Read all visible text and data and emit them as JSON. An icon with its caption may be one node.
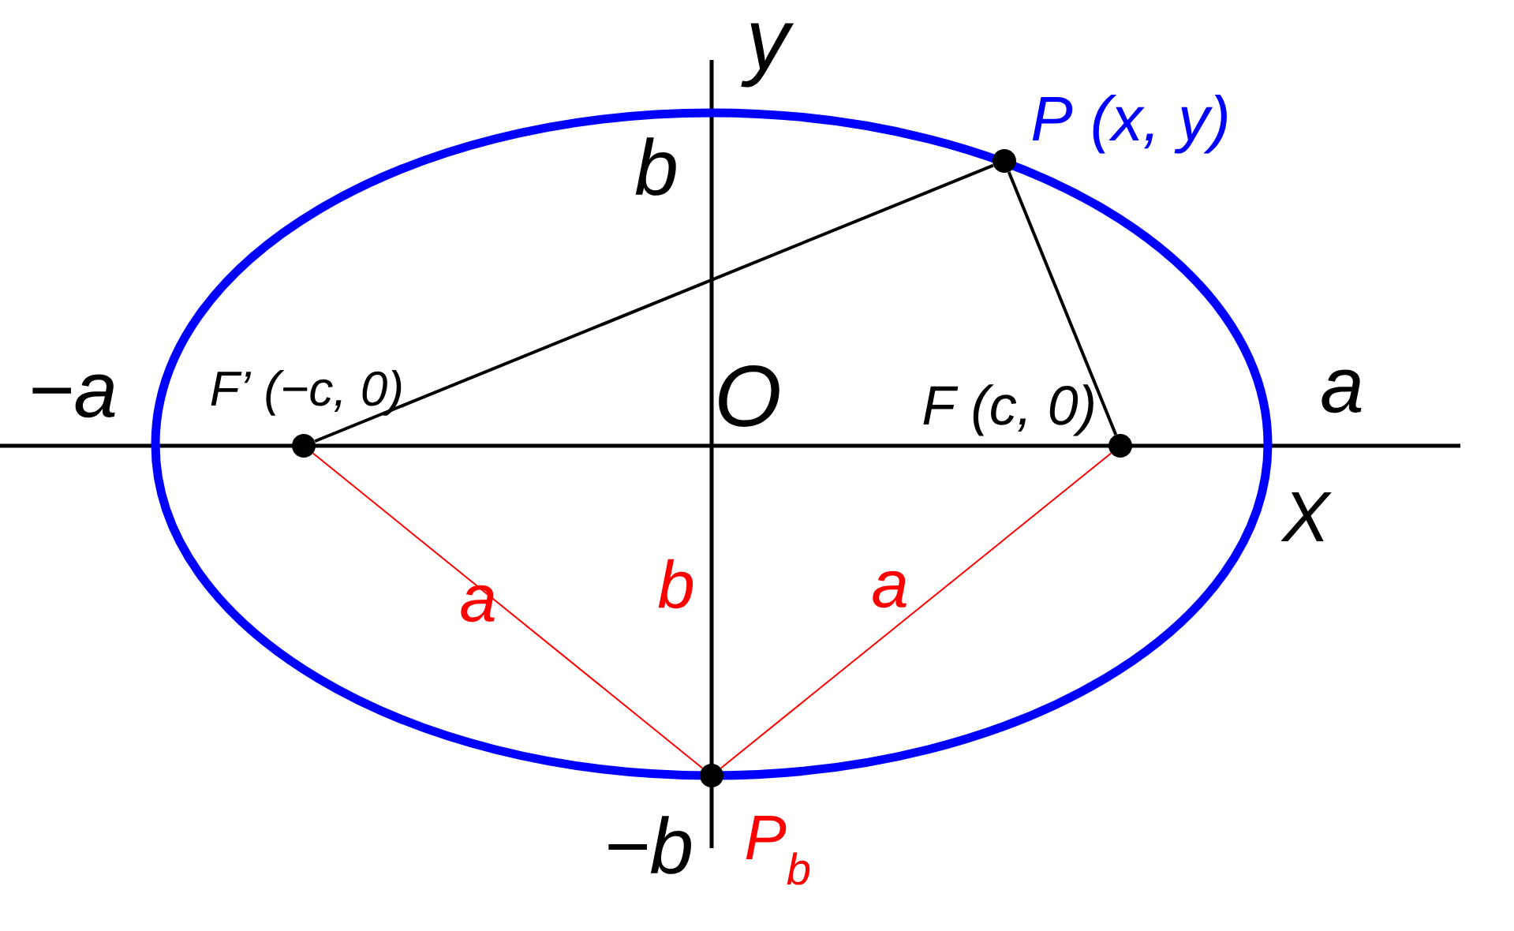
{
  "diagram": {
    "nodes": [
      {
        "text": [
          "P (x, y)"
        ]
      },
      {
        "text": [
          "F’ (−c, 0)"
        ]
      },
      {
        "text": [
          "F (c, 0)"
        ]
      },
      {
        "text": [
          "P$_{b}$"
        ]
      }
    ],
    "edges": [
      {
        "from": 1,
        "to": 0,
        "arrow": "none"
      },
      {
        "from": 0,
        "to": 2,
        "arrow": "none"
      },
      {
        "from": 1,
        "to": 3,
        "arrow": "none",
        "label": "a",
        "color": "#ff0000"
      },
      {
        "from": 3,
        "to": 2,
        "arrow": "none",
        "label": "a",
        "color": "#ff0000"
      }
    ],
    "labels": [
      "y",
      "b",
      "−a",
      "O",
      "a",
      "X",
      "b",
      "−b"
    ]
  }
}
